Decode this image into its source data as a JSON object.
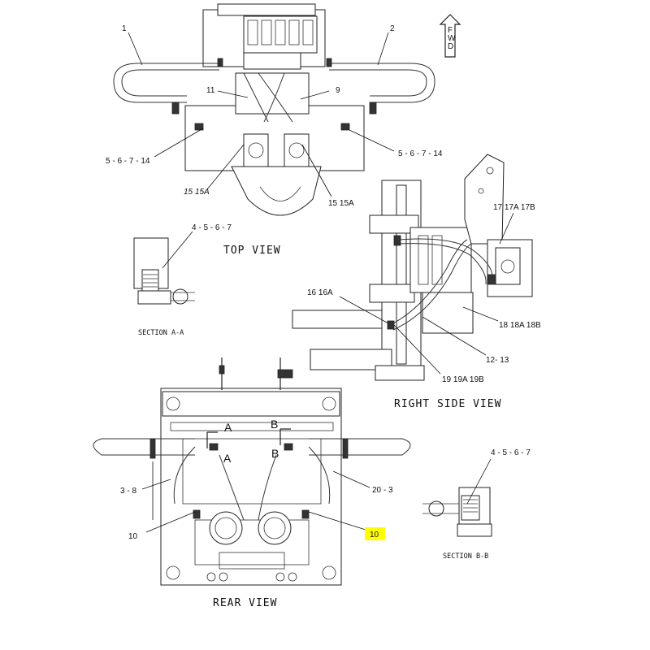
{
  "fwd_label": "FWD",
  "views": {
    "top": "TOP VIEW",
    "right_side": "RIGHT SIDE VIEW",
    "rear": "REAR VIEW",
    "section_a": "SECTION A-A",
    "section_b": "SECTION B-B"
  },
  "section_markers": {
    "a": "A",
    "b": "B"
  },
  "callouts": {
    "c1": "1",
    "c2": "2",
    "c11": "11",
    "c9": "9",
    "c5_left": "5 - 6 - 7 - 14",
    "c5_right": "5 - 6 - 7 - 14",
    "c15_left": "15 15A",
    "c15_right": "15 15A",
    "c4_top": "4 - 5 - 6 - 7",
    "c17": "17 17A 17B",
    "c16": "16 16A",
    "c18": "18 18A 18B",
    "c12": "12- 13",
    "c19": "19 19A 19B",
    "c4_bottom": "4 - 5 - 6 - 7",
    "c3": "3 - 8",
    "c20": "20 - 3",
    "c10_left": "10",
    "c10_right": "10"
  },
  "highlight_color": "#ffff00"
}
